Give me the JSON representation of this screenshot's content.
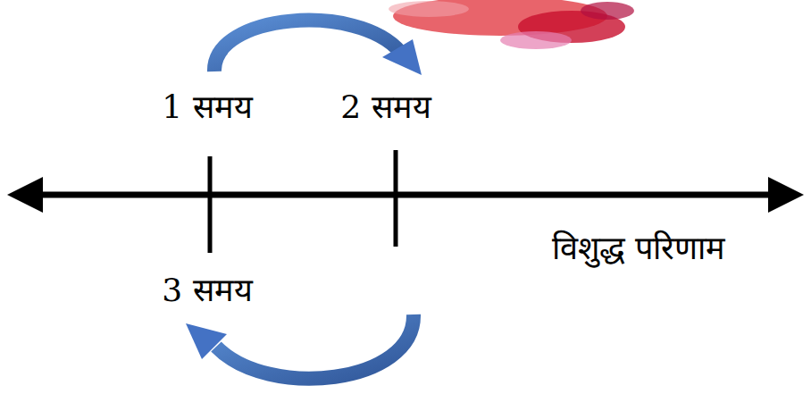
{
  "diagram": {
    "labels": [
      "1 समय",
      "2 समय",
      "3 समय",
      "विशुद्ध परिणाम"
    ]
  }
}
